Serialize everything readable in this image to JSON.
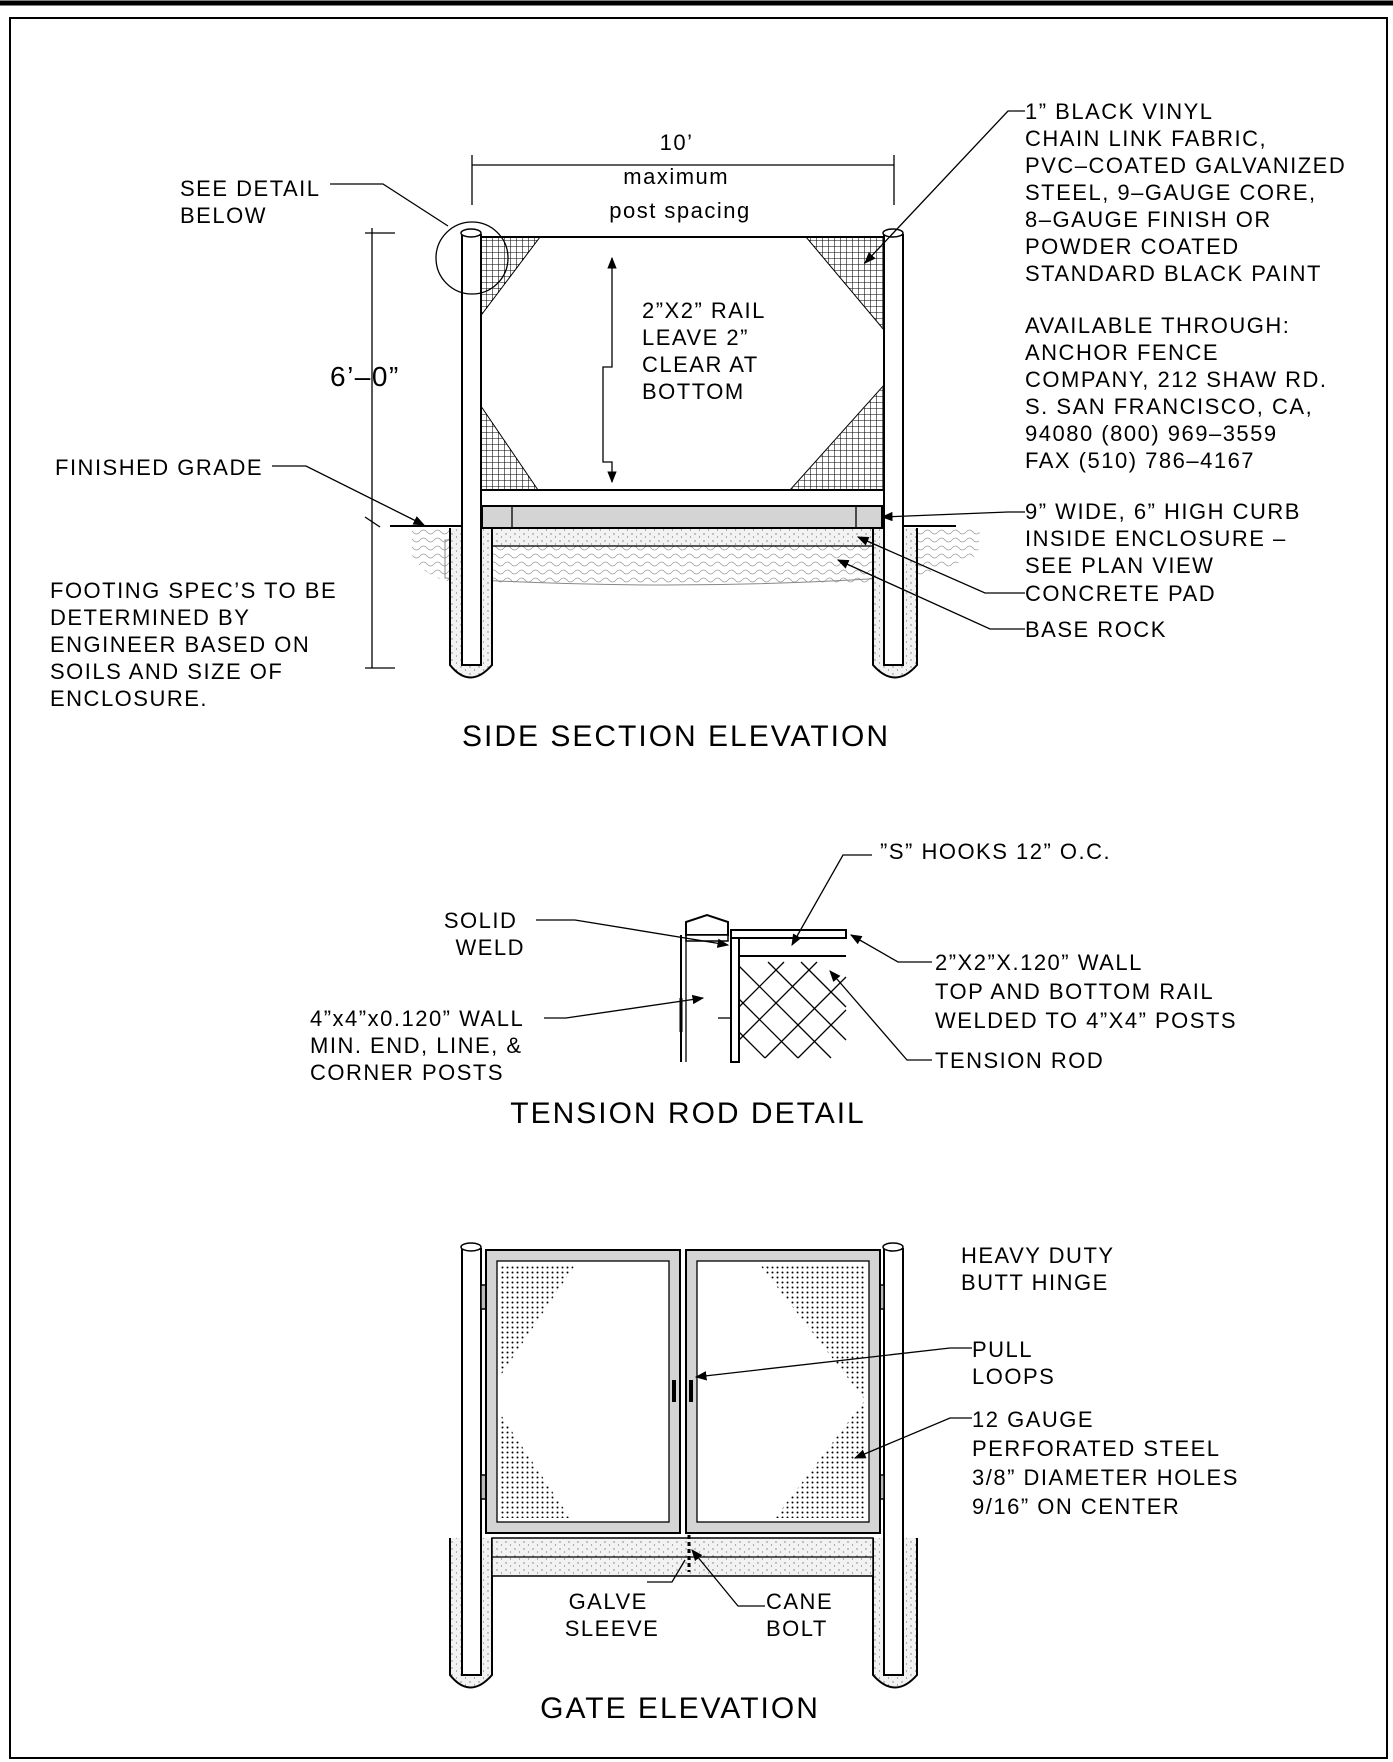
{
  "side_section": {
    "title": "SIDE SECTION ELEVATION",
    "dim_spacing": [
      "10’",
      "maximum",
      "post spacing"
    ],
    "dim_height": "6’–0”",
    "see_detail": [
      "SEE DETAIL",
      "BELOW"
    ],
    "rail_note": [
      "2”X2” RAIL",
      "LEAVE 2”",
      "CLEAR AT",
      "BOTTOM"
    ],
    "finished_grade": "FINISHED GRADE",
    "footing_note": [
      "FOOTING SPEC’S TO BE",
      "DETERMINED BY",
      "ENGINEER BASED ON",
      "SOILS AND SIZE OF",
      "ENCLOSURE."
    ],
    "fabric_note": [
      "1” BLACK VINYL",
      "CHAIN LINK FABRIC,",
      "PVC–COATED GALVANIZED",
      "STEEL, 9–GAUGE CORE,",
      "8–GAUGE FINISH OR",
      "POWDER COATED",
      "STANDARD BLACK PAINT"
    ],
    "supplier_note": [
      "AVAILABLE THROUGH:",
      "ANCHOR FENCE",
      "COMPANY, 212 SHAW RD.",
      "S. SAN FRANCISCO, CA,",
      "94080 (800) 969–3559",
      "FAX (510) 786–4167"
    ],
    "curb_note": [
      "9” WIDE, 6” HIGH CURB",
      "INSIDE ENCLOSURE –",
      "SEE PLAN VIEW"
    ],
    "concrete_pad": "CONCRETE PAD",
    "base_rock": "BASE ROCK"
  },
  "tension_rod": {
    "title": "TENSION ROD DETAIL",
    "s_hooks": "”S” HOOKS 12” O.C.",
    "solid_weld": [
      "SOLID",
      "WELD"
    ],
    "rail_note": [
      "2”X2”X.120” WALL",
      "TOP AND BOTTOM RAIL",
      "WELDED TO 4”X4” POSTS"
    ],
    "post_note": [
      "4”x4”x0.120” WALL",
      "MIN. END, LINE, &",
      "CORNER POSTS"
    ],
    "tension_rod": "TENSION ROD"
  },
  "gate": {
    "title": "GATE ELEVATION",
    "hinge_note": [
      "HEAVY DUTY",
      "BUTT HINGE"
    ],
    "pull_loops": [
      "PULL",
      "LOOPS"
    ],
    "perforated_note": [
      "12 GAUGE",
      "PERFORATED STEEL",
      "3/8” DIAMETER HOLES",
      "9/16” ON CENTER"
    ],
    "galve_sleeve": [
      "GALVE",
      "SLEEVE"
    ],
    "cane_bolt": [
      "CANE",
      "BOLT"
    ]
  }
}
